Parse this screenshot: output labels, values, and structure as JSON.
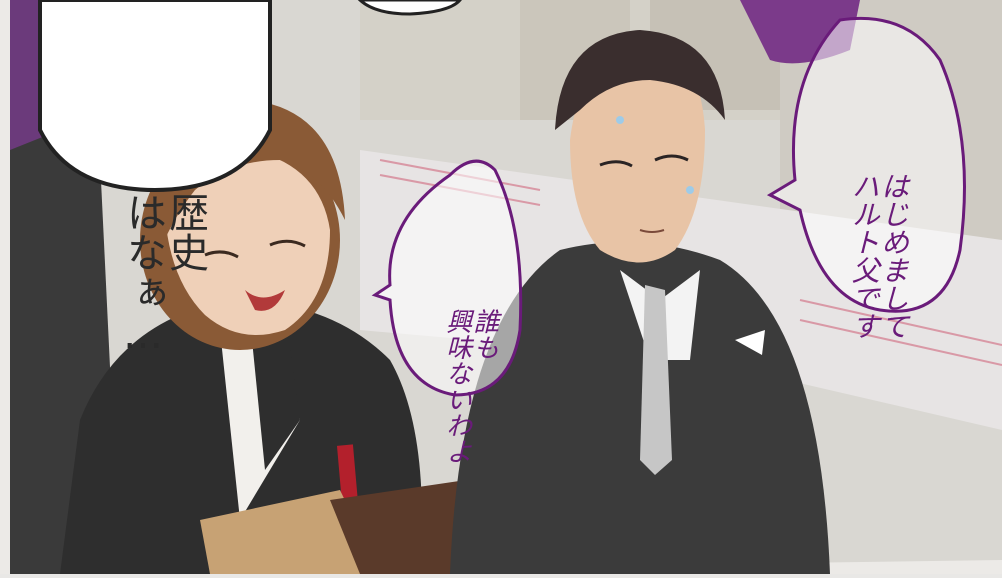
{
  "speech_bubble_top_left": {
    "lines": [
      "歴史",
      "はなぁ…"
    ]
  },
  "bubble_middle": {
    "lines": [
      "誰も",
      "興味ないわよ"
    ]
  },
  "bubble_right": {
    "lines": [
      "はじめまして",
      "ハルト父です"
    ]
  },
  "colors": {
    "hand_lettering": "#6a1b7a",
    "suit_dark": "#3b3b3b",
    "hair_brown": "#8a5a36",
    "skin": "#efd0b8",
    "paper_bg": "#e9e8e6"
  }
}
